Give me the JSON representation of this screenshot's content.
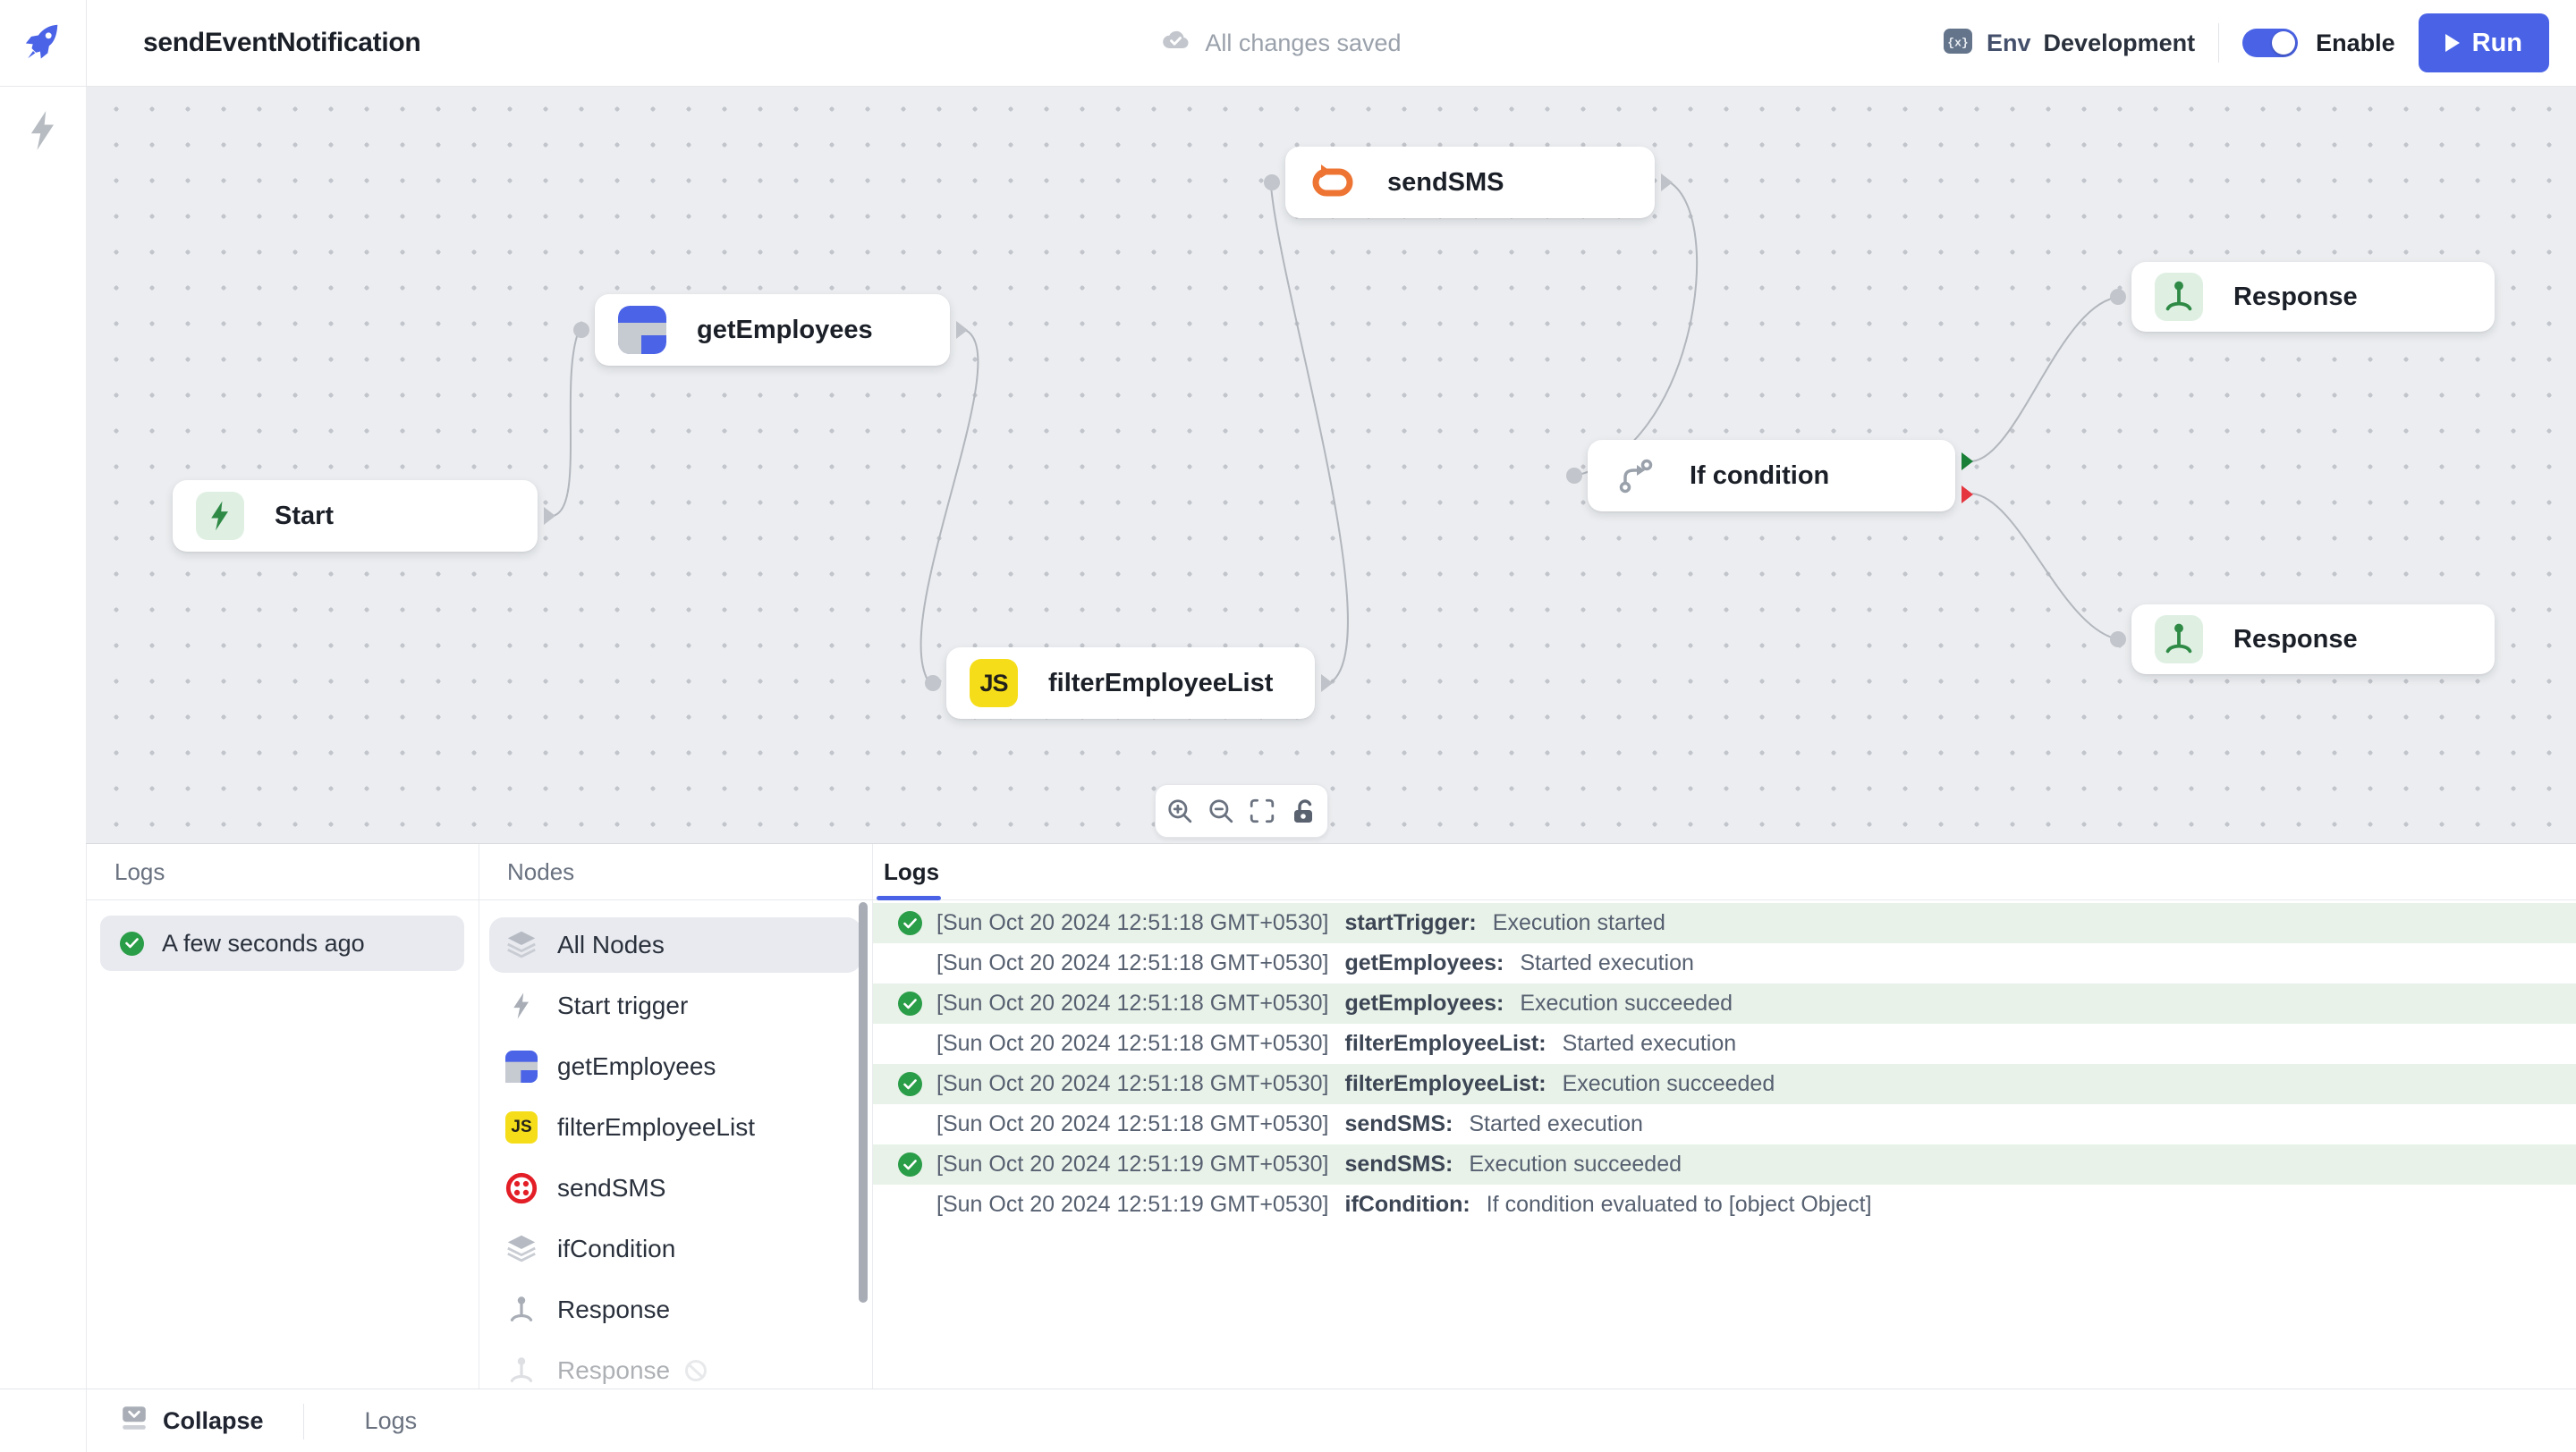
{
  "topbar": {
    "title": "sendEventNotification",
    "save_status": "All changes saved",
    "env_label": "Env",
    "env_value": "Development",
    "enable_label": "Enable",
    "run_label": "Run"
  },
  "icons": {
    "js_icon_text": "JS",
    "env_icon_text": "{x}"
  },
  "canvas": {
    "nodes": [
      {
        "label": "Start",
        "icon": "lightning-green"
      },
      {
        "label": "getEmployees",
        "icon": "table-blue"
      },
      {
        "label": "sendSMS",
        "icon": "rest-loop-orange"
      },
      {
        "label": "filterEmployeeList",
        "icon": "javascript"
      },
      {
        "label": "If condition",
        "icon": "branch"
      },
      {
        "label": "Response",
        "icon": "milestone-green"
      },
      {
        "label": "Response",
        "icon": "milestone-green"
      }
    ]
  },
  "zoom_toolbar": {
    "icons": [
      "zoom-in",
      "zoom-out",
      "fit-view",
      "lock"
    ]
  },
  "bottom_panel": {
    "history": {
      "header": "Logs",
      "items": [
        {
          "label": "A few seconds ago",
          "status": "success"
        }
      ]
    },
    "nodes_list": {
      "header": "Nodes",
      "items": [
        {
          "label": "All Nodes",
          "icon": "layers",
          "selected": true
        },
        {
          "label": "Start trigger",
          "icon": "lightning"
        },
        {
          "label": "getEmployees",
          "icon": "table"
        },
        {
          "label": "filterEmployeeList",
          "icon": "js"
        },
        {
          "label": "sendSMS",
          "icon": "twilio"
        },
        {
          "label": "ifCondition",
          "icon": "layers"
        },
        {
          "label": "Response",
          "icon": "milestone"
        },
        {
          "label": "Response",
          "icon": "milestone",
          "disabled": true
        }
      ]
    },
    "logs_tab": {
      "label": "Logs",
      "entries": [
        {
          "success": true,
          "timestamp": "[Sun Oct 20 2024 12:51:18 GMT+0530]",
          "node": "startTrigger:",
          "message": "Execution started"
        },
        {
          "success": false,
          "timestamp": "[Sun Oct 20 2024 12:51:18 GMT+0530]",
          "node": "getEmployees:",
          "message": "Started execution"
        },
        {
          "success": true,
          "timestamp": "[Sun Oct 20 2024 12:51:18 GMT+0530]",
          "node": "getEmployees:",
          "message": "Execution succeeded"
        },
        {
          "success": false,
          "timestamp": "[Sun Oct 20 2024 12:51:18 GMT+0530]",
          "node": "filterEmployeeList:",
          "message": "Started execution"
        },
        {
          "success": true,
          "timestamp": "[Sun Oct 20 2024 12:51:18 GMT+0530]",
          "node": "filterEmployeeList:",
          "message": "Execution succeeded"
        },
        {
          "success": false,
          "timestamp": "[Sun Oct 20 2024 12:51:18 GMT+0530]",
          "node": "sendSMS:",
          "message": "Started execution"
        },
        {
          "success": true,
          "timestamp": "[Sun Oct 20 2024 12:51:19 GMT+0530]",
          "node": "sendSMS:",
          "message": "Execution succeeded"
        },
        {
          "success": false,
          "timestamp": "[Sun Oct 20 2024 12:51:19 GMT+0530]",
          "node": "ifCondition:",
          "message": "If condition evaluated to [object Object]"
        }
      ]
    }
  },
  "statusbar": {
    "collapse_label": "Collapse",
    "logs_label": "Logs"
  },
  "colors": {
    "accent_blue": "#4a63e6",
    "success_green": "#2a9d48",
    "log_success_bg": "#e9f2e9",
    "twilio_red": "#e31e26",
    "js_yellow": "#f5de19",
    "rest_orange": "#ed7432",
    "canvas_bg": "#ebedf0"
  }
}
